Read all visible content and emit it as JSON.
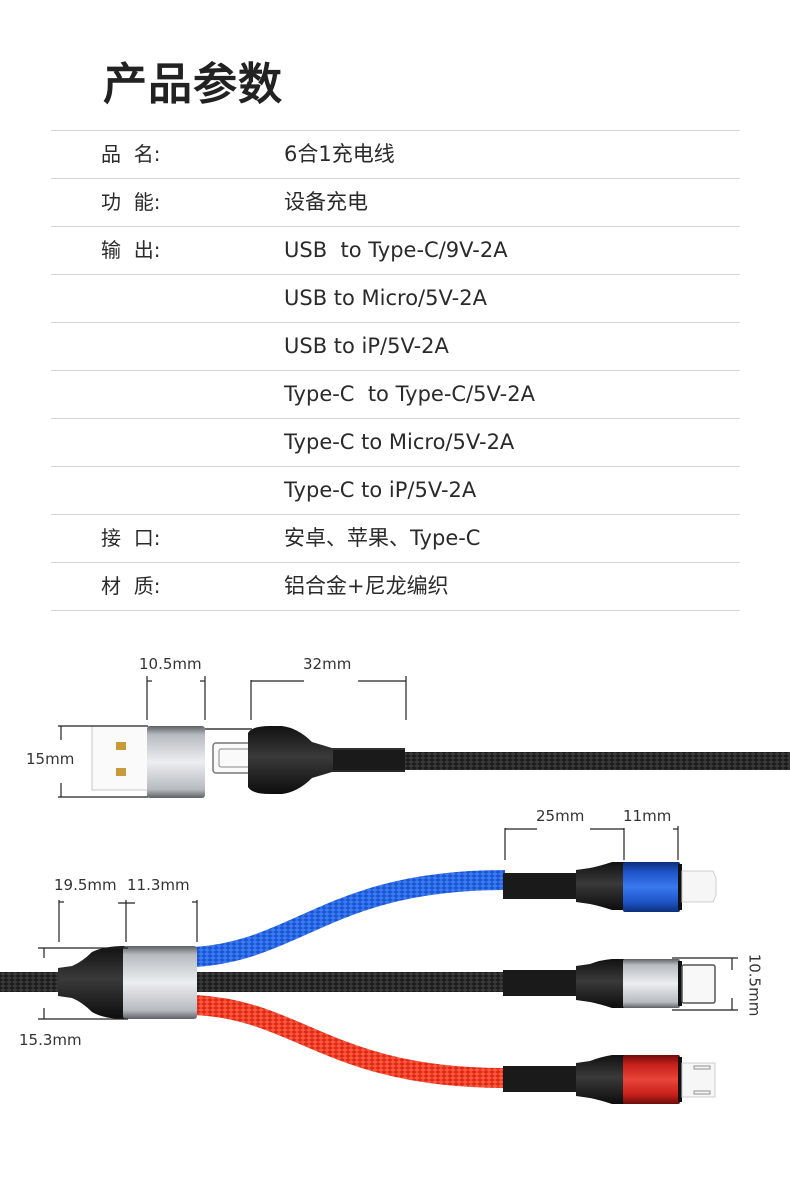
{
  "title": "产品参数",
  "specs": [
    {
      "label": "品  名:",
      "value": "6合1充电线"
    },
    {
      "label": "功  能:",
      "value": "设备充电"
    },
    {
      "label": "输  出:",
      "value": "USB  to Type-C/9V-2A"
    },
    {
      "label": "",
      "value": "USB to Micro/5V-2A"
    },
    {
      "label": "",
      "value": "USB to iP/5V-2A"
    },
    {
      "label": "",
      "value": "Type-C  to Type-C/5V-2A"
    },
    {
      "label": "",
      "value": "Type-C to Micro/5V-2A"
    },
    {
      "label": "",
      "value": "Type-C to iP/5V-2A"
    },
    {
      "label": "接  口:",
      "value": "安卓、苹果、Type-C"
    },
    {
      "label": "材  质:",
      "value": "铝合金+尼龙编织"
    }
  ],
  "dimensions": {
    "adapter_width": "10.5mm",
    "plug_length": "32mm",
    "adapter_height": "15mm",
    "splitter_boot": "19.5mm",
    "splitter_shell": "11.3mm",
    "splitter_height": "15.3mm",
    "tip_boot": "25mm",
    "tip_shell": "11mm",
    "tip_height": "10.5mm"
  },
  "colors": {
    "blue_cable": "#1f5fe0",
    "red_cable": "#e8321e",
    "black_cable": "#222222",
    "blue_shell": "#1e54c8",
    "red_shell": "#c8201a",
    "silver_shell": "#c9ccd0"
  }
}
